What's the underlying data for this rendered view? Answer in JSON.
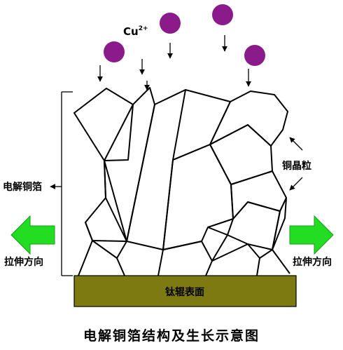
{
  "ion_label": "Cu",
  "ion_charge": "2+",
  "foil_label": "电解铜箔",
  "grain_label": "铜晶粒",
  "stretch_left": "拉伸方向",
  "stretch_right": "拉伸方向",
  "substrate_label": "钛辊表面",
  "caption": "电解铜箔结构及生长示意图",
  "colors": {
    "ion": "#8B1A8B",
    "substrate": "#7E7A12",
    "arrow_green": "#22DD22"
  }
}
